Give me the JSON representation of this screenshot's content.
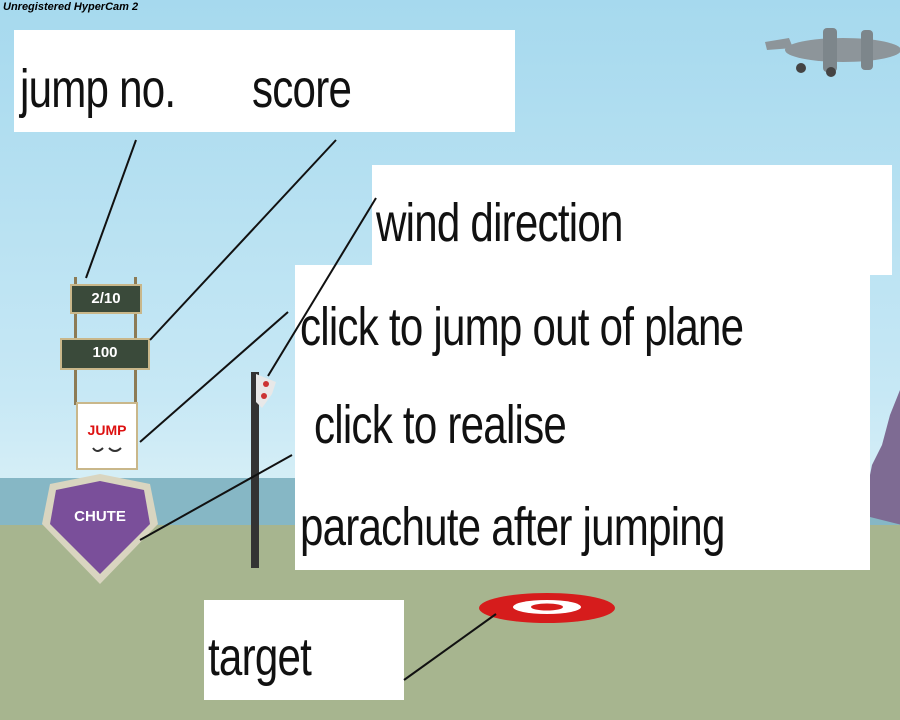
{
  "watermark": "Unregistered HyperCam 2",
  "hud": {
    "jump_counter": "2/10",
    "score_value": "100",
    "jump_button_label": "JUMP",
    "chute_button_label": "CHUTE"
  },
  "annotations": {
    "jump_no": "jump no.",
    "score": "score",
    "wind_direction": "wind direction",
    "click_jump": "click to jump out of plane",
    "click_realise": "click to realise",
    "parachute_after": "parachute after jumping",
    "target": "target"
  },
  "colors": {
    "sky": "#b9dff0",
    "ground": "#a7b58f",
    "sea": "#86b7c5",
    "target_red": "#d61c1c",
    "chute_purple": "#7a4f9a"
  }
}
